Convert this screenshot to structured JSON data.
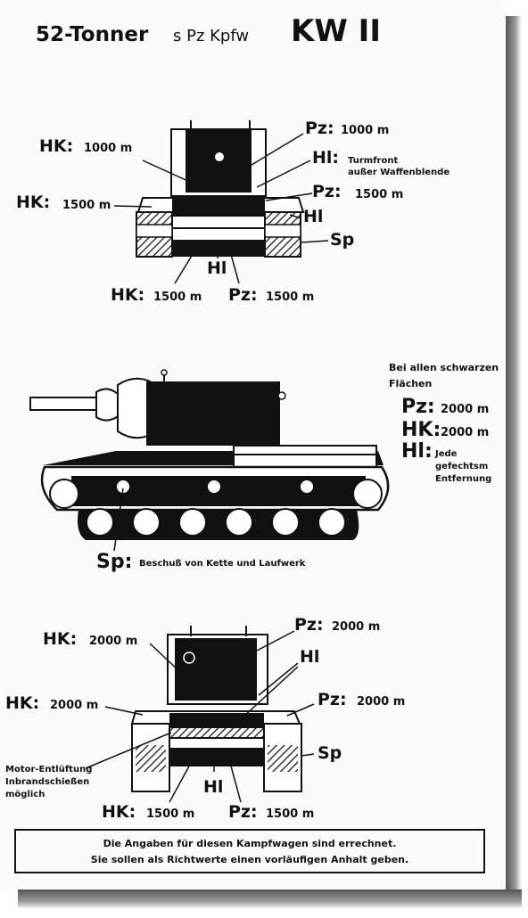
{
  "title": {
    "tonner": "52-Tonner",
    "type": "s Pz Kpfw",
    "model": "KW II"
  },
  "front_view": {
    "hk_turret": {
      "label": "HK:",
      "dist": "1000 m"
    },
    "pz_turret": {
      "label": "Pz:",
      "dist": "1000 m"
    },
    "hl_turret": {
      "label": "Hl:",
      "note_line1": "Turmfront",
      "note_line2": "außer Waffenblende"
    },
    "pz_hull_upper": {
      "label": "Pz:",
      "dist": "1500 m"
    },
    "hk_hull_upper": {
      "label": "HK:",
      "dist": "1500 m"
    },
    "hl_side": {
      "label": "Hl"
    },
    "sp": {
      "label": "Sp"
    },
    "hl_center": {
      "label": "Hl"
    },
    "hk_lower": {
      "label": "HK:",
      "dist": "1500 m"
    },
    "pz_lower": {
      "label": "Pz:",
      "dist": "1500 m"
    }
  },
  "side_view": {
    "note_line1": "Bei allen schwarzen",
    "note_line2": "Flächen",
    "pz": {
      "label": "Pz:",
      "dist": "2000 m"
    },
    "hk": {
      "label": "HK:",
      "dist": "2000 m"
    },
    "hl": {
      "label": "Hl:",
      "note_line1": "Jede",
      "note_line2": "gefechtsm",
      "note_line3": "Entfernung"
    },
    "sp": {
      "label": "Sp:",
      "text": "Beschuß von Kette und Laufwerk"
    }
  },
  "rear_view": {
    "hk_turret": {
      "label": "HK:",
      "dist": "2000 m"
    },
    "pz_turret": {
      "label": "Pz:",
      "dist": "2000 m"
    },
    "hl": {
      "label": "Hl"
    },
    "hk_hull": {
      "label": "HK:",
      "dist": "2000 m"
    },
    "pz_hull": {
      "label": "Pz:",
      "dist": "2000 m"
    },
    "sp": {
      "label": "Sp"
    },
    "motor_line1": "Motor-Entlüftung",
    "motor_line2": "Inbrandschießen",
    "motor_line3": "möglich",
    "hl_center": {
      "label": "Hl"
    },
    "hk_lower": {
      "label": "HK:",
      "dist": "1500 m"
    },
    "pz_lower": {
      "label": "Pz:",
      "dist": "1500 m"
    }
  },
  "footer": {
    "line1": "Die Angaben für diesen Kampfwagen sind errechnet.",
    "line2": "Sie sollen als Richtwerte einen vorläufigen Anhalt geben."
  },
  "colors": {
    "ink": "#111111",
    "paper": "#fbfbfb",
    "shadow": "#555555"
  }
}
